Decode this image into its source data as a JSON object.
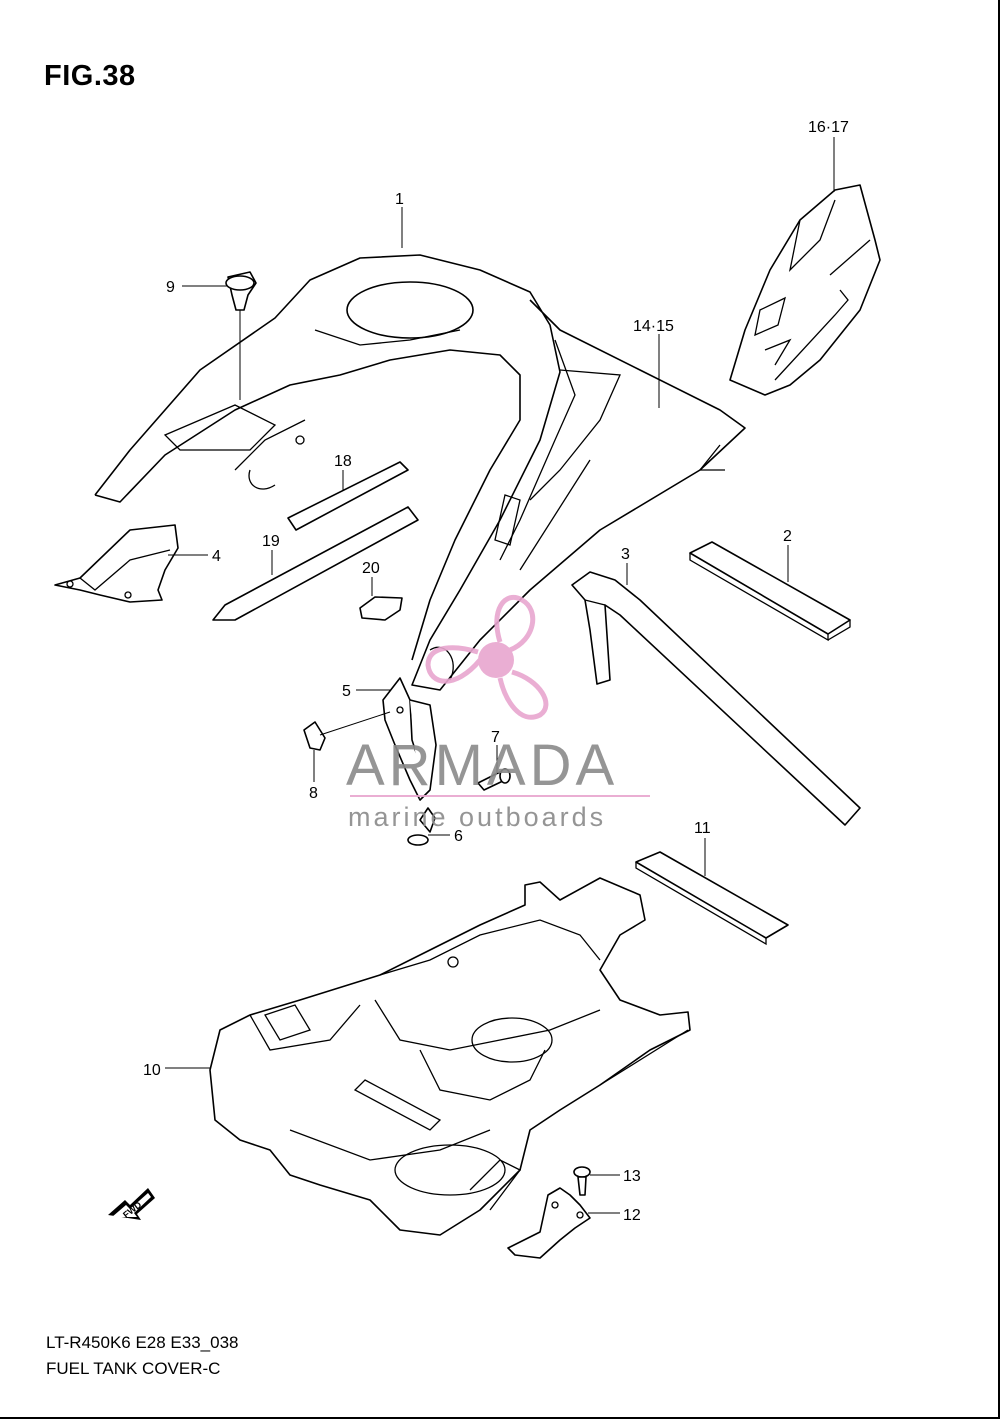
{
  "figure": {
    "title": "FIG.38",
    "model_code": "LT-R450K6 E28 E33_038",
    "caption": "FUEL TANK COVER-C"
  },
  "callouts": [
    {
      "id": "c1",
      "text": "1"
    },
    {
      "id": "c2",
      "text": "2"
    },
    {
      "id": "c3",
      "text": "3"
    },
    {
      "id": "c4",
      "text": "4"
    },
    {
      "id": "c5",
      "text": "5"
    },
    {
      "id": "c6",
      "text": "6"
    },
    {
      "id": "c7",
      "text": "7"
    },
    {
      "id": "c8",
      "text": "8"
    },
    {
      "id": "c9",
      "text": "9"
    },
    {
      "id": "c10",
      "text": "10"
    },
    {
      "id": "c11",
      "text": "11"
    },
    {
      "id": "c12",
      "text": "12"
    },
    {
      "id": "c13",
      "text": "13"
    },
    {
      "id": "c14",
      "text": "14·15"
    },
    {
      "id": "c16",
      "text": "16·17"
    },
    {
      "id": "c18",
      "text": "18"
    },
    {
      "id": "c19",
      "text": "19"
    },
    {
      "id": "c20",
      "text": "20"
    }
  ],
  "fwd_arrow": {
    "label": "FWD"
  },
  "watermark": {
    "brand": "ARMADA",
    "tagline": "marine outboards",
    "logo_color": "#e8a6cf",
    "text_color": "#8a8a8a"
  }
}
